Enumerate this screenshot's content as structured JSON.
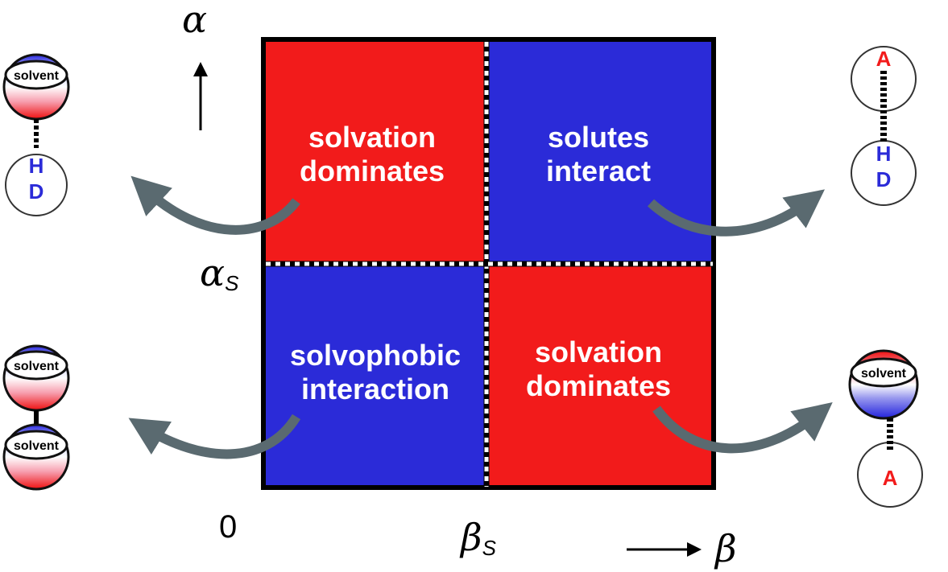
{
  "axes": {
    "y_label": "α",
    "x_label": "β",
    "y_threshold": "α",
    "y_threshold_sub": "S",
    "x_threshold": "β",
    "x_threshold_sub": "S",
    "origin": "0"
  },
  "quadrants": {
    "top_left": {
      "line1": "solvation",
      "line2": "dominates",
      "color": "#f21b1b"
    },
    "top_right": {
      "line1": "solutes",
      "line2": "interact",
      "color": "#2b2bd8"
    },
    "bottom_left": {
      "line1": "solvophobic",
      "line2": "interaction",
      "color": "#2b2bd8"
    },
    "bottom_right": {
      "line1": "solvation",
      "line2": "dominates",
      "color": "#f21b1b"
    }
  },
  "molecules": {
    "solvent_label": "solvent",
    "donor_h": "H",
    "donor_d": "D",
    "acceptor": "A"
  }
}
